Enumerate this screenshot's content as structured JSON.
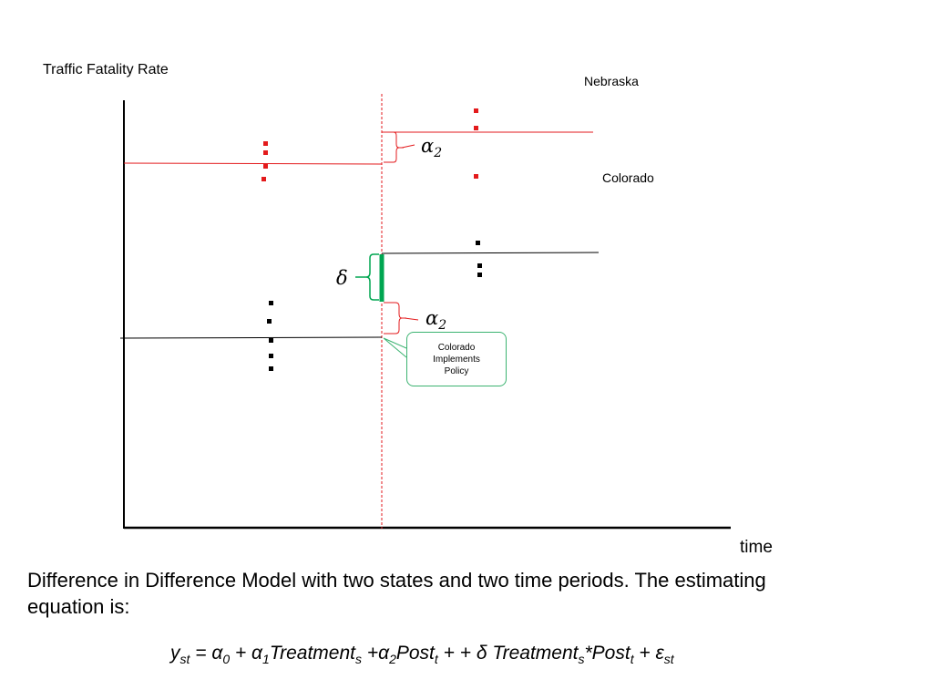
{
  "axes": {
    "y_label": "Traffic Fatality Rate",
    "x_label": "time"
  },
  "series": {
    "nebraska": {
      "name": "Nebraska",
      "color": "#e31a1c"
    },
    "colorado": {
      "name": "Colorado",
      "color": "#000000"
    }
  },
  "annotations": {
    "alpha_top": {
      "symbol": "α",
      "subscript": "2"
    },
    "alpha_bottom": {
      "symbol": "α",
      "subscript": "2"
    },
    "delta": {
      "symbol": "δ",
      "color": "#00a651"
    },
    "callout": {
      "text": "Colorado\nImplements\nPolicy",
      "border_color": "#3cb371"
    }
  },
  "caption": "Difference in Difference Model with two states and two time periods.   The estimating equation is:",
  "equation": {
    "y": "y",
    "y_sub": "st",
    "eq": " = ",
    "a0": "α",
    "a0_sub": "0",
    "plus1": " + ",
    "a1": "α",
    "a1_sub": "1",
    "treat1": "Treatment",
    "treat1_sub": "s",
    "plus2": " +",
    "a2": "α",
    "a2_sub": "2",
    "post1": "Post",
    "post1_sub": "t",
    "plus3": " + + ",
    "delta": "δ",
    "treat2": " Treatment",
    "treat2_sub": "s",
    "star": "*",
    "post2": "Post",
    "post2_sub": "t",
    "plus4": " + ",
    "eps": "ε",
    "eps_sub": "st"
  }
}
